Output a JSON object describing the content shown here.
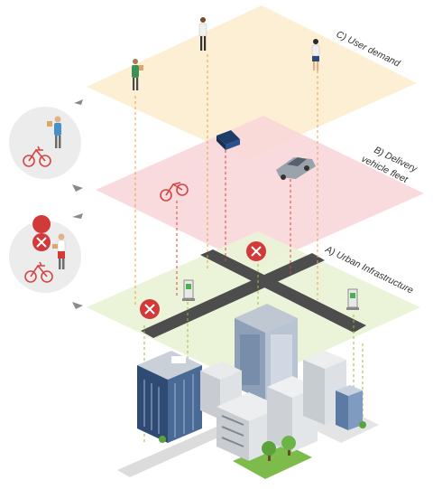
{
  "layers": {
    "c": {
      "label": "C) User demand",
      "fill": "#fdeccc"
    },
    "b": {
      "label_line1": "B) Delivery",
      "label_line2": "vehicle fleet",
      "fill": "#f8d7d9"
    },
    "a": {
      "label": "A) Urban Infrastructure",
      "fill": "#eaf3d6"
    }
  },
  "colors": {
    "road": "#4d4d4d",
    "line_c": "#e8a14a",
    "line_b": "#d84343",
    "line_a": "#9bbd3a",
    "arrow": "#8a8a8a",
    "side_circle": "#ececec",
    "pin": "#d23a3a",
    "bike": "#d64545",
    "van": "#1e3d6b",
    "car": "#9aa3ab",
    "building_blue": "#3d5a80",
    "building_grey": "#d6d9dc",
    "grass": "#7dbb4a"
  },
  "icons": [
    "user-icon",
    "bike-icon",
    "van-icon",
    "car-icon",
    "charging-station-icon",
    "location-pin-icon",
    "delivery-courier-icon",
    "building-icon",
    "tree-icon"
  ]
}
